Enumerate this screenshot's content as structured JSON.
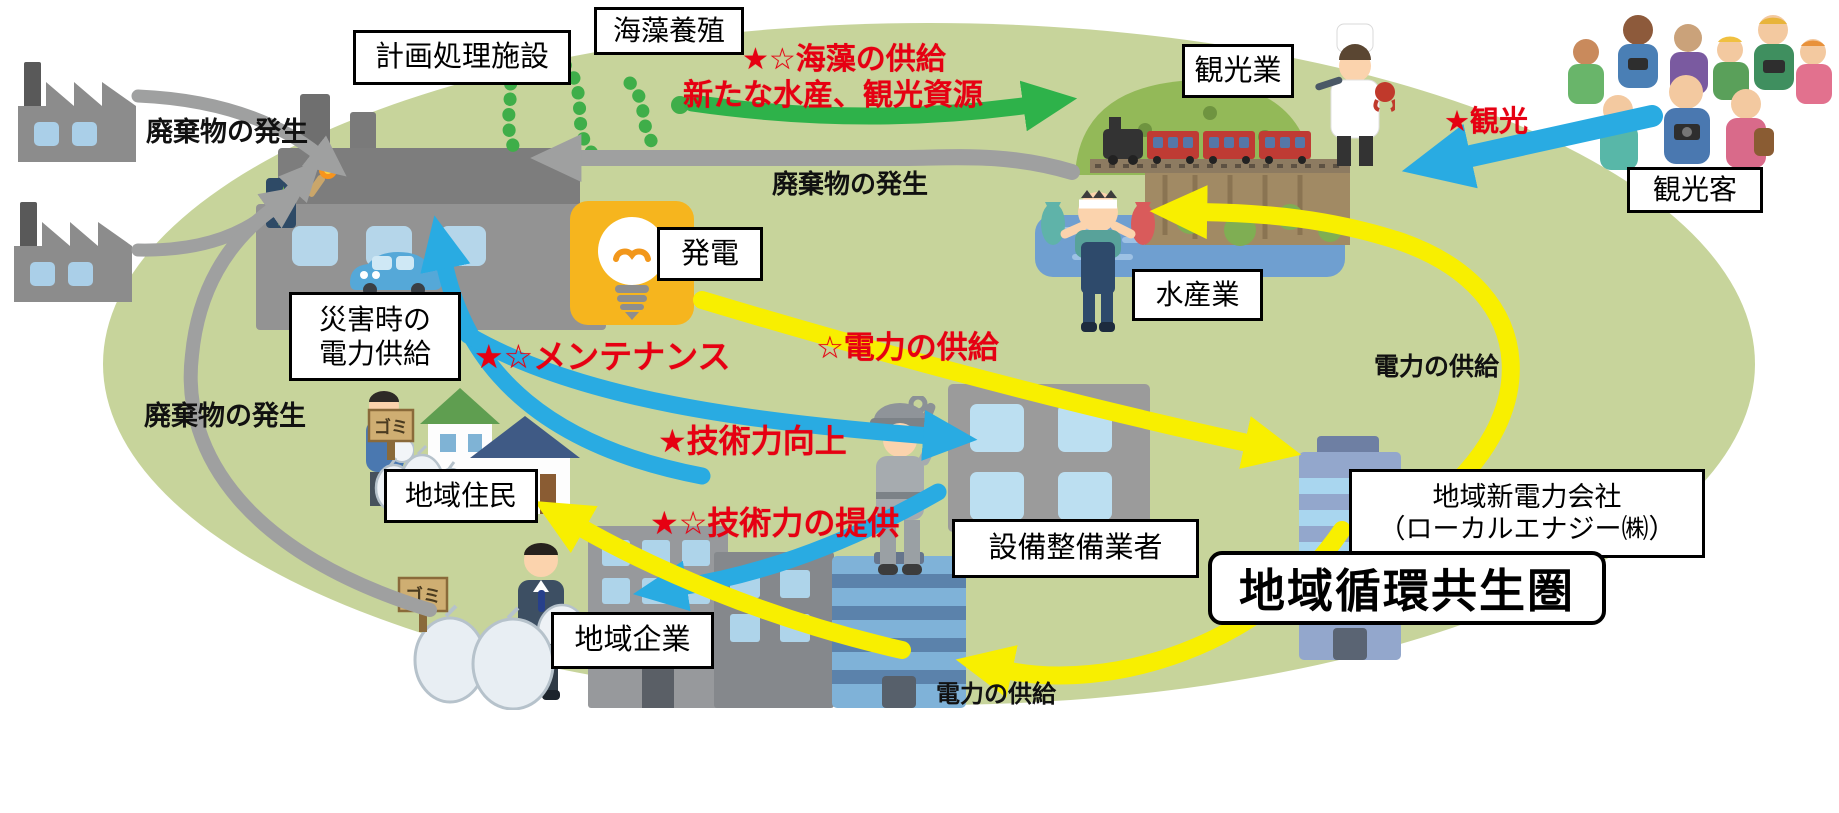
{
  "region": {
    "title": "地域循環共生圏"
  },
  "boxes": {
    "planned_facility": "計画処理施設",
    "seaweed_farm": "海藻養殖",
    "tourism_industry": "観光業",
    "tourists": "観光客",
    "power_generation": "発電",
    "disaster_power": {
      "line1": "災害時の",
      "line2": "電力供給"
    },
    "fishery": "水産業",
    "residents": "地域住民",
    "equipment_contractor": "設備整備業者",
    "new_power_company": {
      "line1": "地域新電力会社",
      "line2": "（ローカルエナジー㈱）"
    },
    "local_companies": "地域企業"
  },
  "flow_labels": {
    "seaweed_supply": "★☆海藻の供給",
    "new_resources": "新たな水産、観光資源",
    "sightseeing": "★観光",
    "maintenance": "★☆メンテナンス",
    "power_supply_star": "☆電力の供給",
    "skill_improvement": "★技術力向上",
    "skill_provision": "★☆技術力の提供",
    "waste_generation_1": "廃棄物の発生",
    "waste_generation_2": "廃棄物の発生",
    "waste_generation_3": "廃棄物の発生",
    "power_supply_right": "電力の供給",
    "power_supply_bottom": "電力の供給"
  },
  "signs": {
    "gomi": "ゴミ"
  },
  "colors": {
    "ellipse": "#c7d49b",
    "red_label": "#e60012",
    "arrow_blue": "#29abe2",
    "arrow_yellow": "#f8ef00",
    "arrow_green": "#2eb24a",
    "arrow_gray": "#9fa0a0"
  }
}
